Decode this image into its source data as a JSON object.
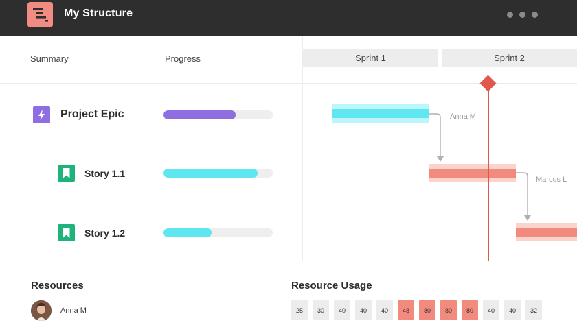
{
  "app": {
    "title": "My Structure",
    "colors": {
      "header_bg": "#2e2e2e",
      "logo_bg": "#f28b82",
      "accent": "#e2574c"
    },
    "icons": [
      "structure-logo-icon",
      "more-dots-icon"
    ]
  },
  "columns": {
    "summary": "Summary",
    "progress": "Progress",
    "sprints": [
      "Sprint 1",
      "Sprint 2"
    ]
  },
  "rows": [
    {
      "label": "Project Epic",
      "icon": "lightning-icon",
      "icon_color": "#8e6ee0",
      "progress": 0.66,
      "progress_color": "#8e6ee0"
    },
    {
      "label": "Story 1.1",
      "icon": "bookmark-icon",
      "icon_color": "#1fb37c",
      "progress": 0.86,
      "progress_color": "#5ee7f0"
    },
    {
      "label": "Story 1.2",
      "icon": "bookmark-icon",
      "icon_color": "#1fb37c",
      "progress": 0.44,
      "progress_color": "#5ee7f0"
    }
  ],
  "gantt": {
    "assignees": [
      "Anna M",
      "Marcus L"
    ],
    "bar_colors": {
      "epic": "#5ee7f0",
      "story": "#f28b7d"
    }
  },
  "resources": {
    "title": "Resources",
    "people": [
      {
        "name": "Anna M"
      }
    ]
  },
  "usage": {
    "title": "Resource Usage",
    "values": [
      "25",
      "30",
      "40",
      "40",
      "40",
      "48",
      "80",
      "80",
      "80",
      "40",
      "40",
      "32"
    ],
    "overloaded": [
      false,
      false,
      false,
      false,
      false,
      true,
      true,
      true,
      true,
      false,
      false,
      false
    ]
  }
}
